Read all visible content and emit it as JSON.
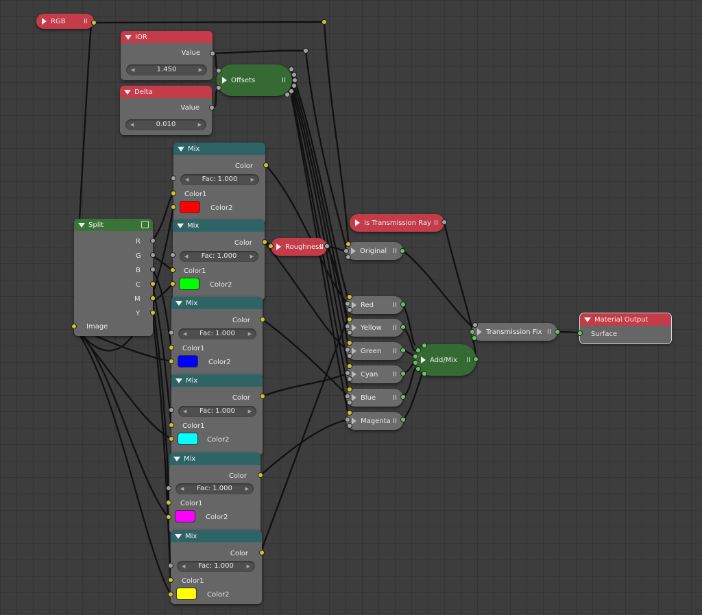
{
  "nodes": {
    "rgb": {
      "title": "RGB"
    },
    "ior": {
      "title": "IOR",
      "output": "Value",
      "value": "1.450"
    },
    "delta": {
      "title": "Delta",
      "output": "Value",
      "value": "0.010"
    },
    "offsets": {
      "title": "Offsets"
    },
    "split": {
      "title": "Split",
      "outputs": [
        "R",
        "G",
        "B",
        "C",
        "M",
        "Y"
      ],
      "input": "Image"
    },
    "mix_nodes": [
      {
        "title": "Mix",
        "output": "Color",
        "fac": "Fac: 1.000",
        "color1": "Color1",
        "color2": "Color2",
        "swatch": "#ff0000"
      },
      {
        "title": "Mix",
        "output": "Color",
        "fac": "Fac: 1.000",
        "color1": "Color1",
        "color2": "Color2",
        "swatch": "#00ff00"
      },
      {
        "title": "Mix",
        "output": "Color",
        "fac": "Fac: 1.000",
        "color1": "Color1",
        "color2": "Color2",
        "swatch": "#0000ff"
      },
      {
        "title": "Mix",
        "output": "Color",
        "fac": "Fac: 1.000",
        "color1": "Color1",
        "color2": "Color2",
        "swatch": "#00ffff"
      },
      {
        "title": "Mix",
        "output": "Color",
        "fac": "Fac: 1.000",
        "color1": "Color1",
        "color2": "Color2",
        "swatch": "#ff00ff"
      },
      {
        "title": "Mix",
        "output": "Color",
        "fac": "Fac: 1.000",
        "color1": "Color1",
        "color2": "Color2",
        "swatch": "#ffff00"
      }
    ],
    "roughness": {
      "title": "Roughness"
    },
    "is_transmission_ray": {
      "title": "Is Transmission Ray"
    },
    "original": {
      "title": "Original"
    },
    "channels": [
      "Red",
      "Yellow",
      "Green",
      "Cyan",
      "Blue",
      "Magenta"
    ],
    "add_mix": {
      "title": "Add/Mix"
    },
    "transmission_fix": {
      "title": "Transmission Fix"
    },
    "material_output": {
      "title": "Material Output",
      "input": "Surface"
    }
  },
  "colors": {
    "background": "#3d3d3d",
    "red_header": "#c43b49",
    "teal_header": "#2f6466",
    "green_group": "#356b33",
    "gray_group": "#6b6b6b",
    "socket_color": "#c8c530",
    "socket_shader": "#63c763",
    "socket_value": "#a3a3a3"
  }
}
